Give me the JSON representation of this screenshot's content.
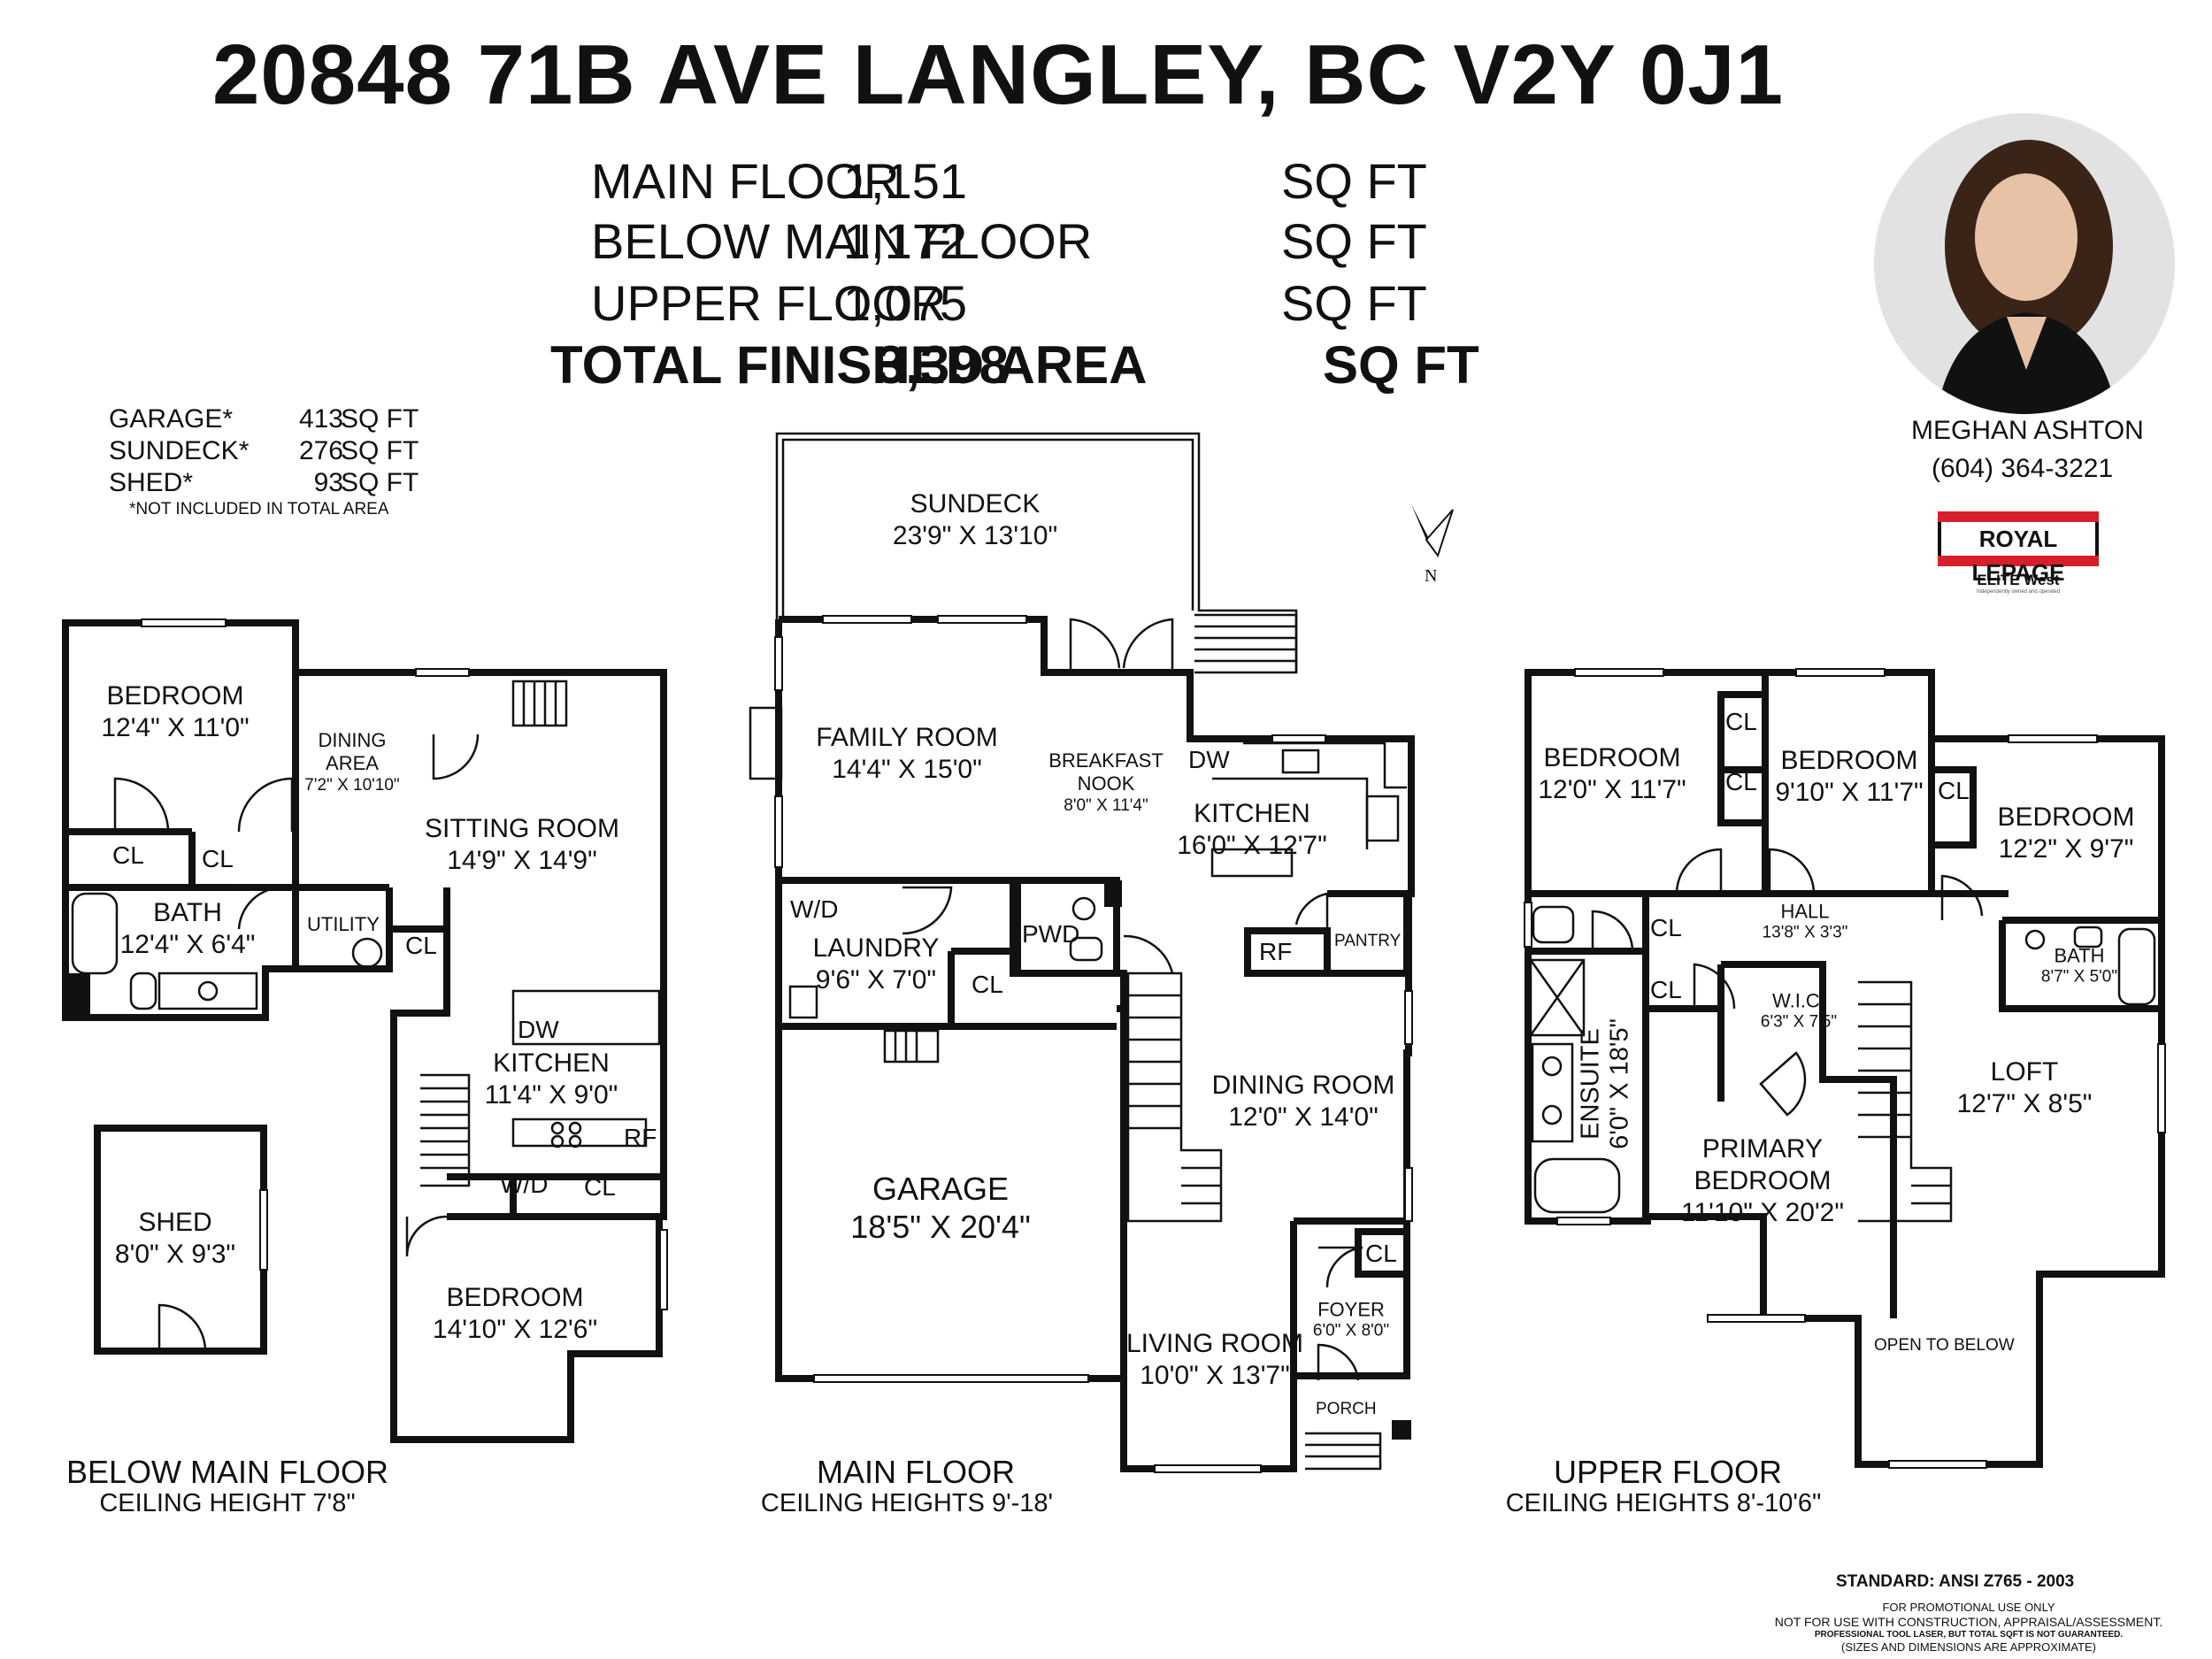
{
  "title": "20848 71B AVE LANGLEY, BC  V2Y 0J1",
  "areas": [
    {
      "label": "MAIN FLOOR",
      "value": "1,151",
      "unit": "SQ FT"
    },
    {
      "label": "BELOW MAIN FLOOR",
      "value": "1,172",
      "unit": "SQ FT"
    },
    {
      "label": "UPPER FLOOR",
      "value": "1,075",
      "unit": "SQ FT"
    }
  ],
  "total": {
    "label": "TOTAL FINISHED AREA",
    "value": "3,398",
    "unit": "SQ FT"
  },
  "extras": [
    {
      "label": "GARAGE*",
      "value": "413",
      "unit": "SQ FT"
    },
    {
      "label": "SUNDECK*",
      "value": "276",
      "unit": "SQ FT"
    },
    {
      "label": "SHED*",
      "value": "93",
      "unit": "SQ FT"
    }
  ],
  "extras_note": "*NOT INCLUDED IN TOTAL AREA",
  "agent": {
    "name": "MEGHAN ASHTON",
    "phone": "(604) 364-3221"
  },
  "brokerage": {
    "wordmark": "ROYAL LEPAGE",
    "office": "ELITE West",
    "tagline": "Independently owned and operated"
  },
  "compass": "N",
  "floors": {
    "below": {
      "name": "BELOW MAIN FLOOR",
      "ceiling": "CEILING HEIGHT 7'8\""
    },
    "main": {
      "name": "MAIN FLOOR",
      "ceiling": "CEILING HEIGHTS 9'-18'"
    },
    "upper": {
      "name": "UPPER FLOOR",
      "ceiling": "CEILING HEIGHTS 8'-10'6\""
    }
  },
  "rooms": {
    "below_bedroom1": {
      "name": "BEDROOM",
      "dim": "12'4\" X 11'0\""
    },
    "below_dining": {
      "name": "DINING",
      "name2": "AREA",
      "dim": "7'2\" X 10'10\""
    },
    "below_sitting": {
      "name": "SITTING ROOM",
      "dim": "14'9\" X 14'9\""
    },
    "below_bath": {
      "name": "BATH",
      "dim": "12'4\" X 6'4\""
    },
    "below_kitchen": {
      "name": "KITCHEN",
      "dim": "11'4\" X 9'0\""
    },
    "below_bedroom2": {
      "name": "BEDROOM",
      "dim": "14'10\" X 12'6\""
    },
    "shed": {
      "name": "SHED",
      "dim": "8'0\" X 9'3\""
    },
    "sundeck": {
      "name": "SUNDECK",
      "dim": "23'9\" X 13'10\""
    },
    "family": {
      "name": "FAMILY ROOM",
      "dim": "14'4\" X 15'0\""
    },
    "nook": {
      "name": "BREAKFAST",
      "name2": "NOOK",
      "dim": "8'0\" X 11'4\""
    },
    "main_kitchen": {
      "name": "KITCHEN",
      "dim": "16'0\" X 12'7\""
    },
    "laundry": {
      "name": "LAUNDRY",
      "dim": "9'6\" X 7'0\""
    },
    "garage": {
      "name": "GARAGE",
      "dim": "18'5\" X 20'4\""
    },
    "dining": {
      "name": "DINING ROOM",
      "dim": "12'0\" X 14'0\""
    },
    "living": {
      "name": "LIVING ROOM",
      "dim": "10'0\" X 13'7\""
    },
    "foyer": {
      "name": "FOYER",
      "dim": "6'0\" X 8'0\""
    },
    "up_bed1": {
      "name": "BEDROOM",
      "dim": "12'0\" X 11'7\""
    },
    "up_bed2": {
      "name": "BEDROOM",
      "dim": "9'10\" X 11'7\""
    },
    "up_bed3": {
      "name": "BEDROOM",
      "dim": "12'2\" X 9'7\""
    },
    "hall": {
      "name": "HALL",
      "dim": "13'8\" X 3'3\""
    },
    "up_bath": {
      "name": "BATH",
      "dim": "8'7\" X 5'0\""
    },
    "wic": {
      "name": "W.I.C.",
      "dim": "6'3\" X 7'5\""
    },
    "loft": {
      "name": "LOFT",
      "dim": "12'7\" X 8'5\""
    },
    "primary": {
      "name": "PRIMARY",
      "name2": "BEDROOM",
      "dim": "11'10\" X 20'2\""
    },
    "ensuite": {
      "name": "ENSUITE",
      "dim": "6'0\" X 18'5\""
    }
  },
  "labels": {
    "cl": "CL",
    "utility": "UTILITY",
    "dw": "DW",
    "rf": "RF",
    "wd": "W/D",
    "pwd": "PWD",
    "pantry": "PANTRY",
    "porch": "PORCH",
    "open_below": "OPEN TO BELOW"
  },
  "footer": {
    "standard": "STANDARD: ANSI  Z765 - 2003",
    "lines": [
      "FOR PROMOTIONAL USE ONLY",
      "NOT FOR USE WITH CONSTRUCTION, APPRAISAL/ASSESSMENT.",
      "PROFESSIONAL TOOL LASER, BUT TOTAL SQFT IS NOT GUARANTEED.",
      "(SIZES AND DIMENSIONS ARE APPROXIMATE)"
    ]
  }
}
